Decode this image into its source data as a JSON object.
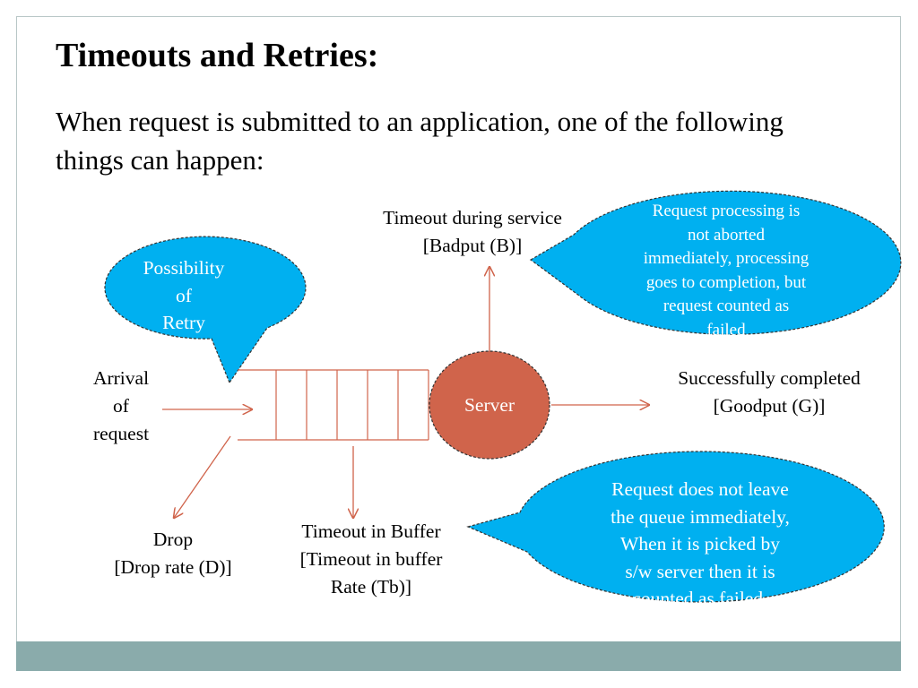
{
  "slide": {
    "title": "Timeouts and Retries:",
    "intro": "When request is submitted to an application, one of the following things can happen:"
  },
  "diagram": {
    "arrival": [
      "Arrival",
      "of",
      "request"
    ],
    "server": "Server",
    "timeout_service": [
      "Timeout during service",
      "[Badput  (B)]"
    ],
    "success": [
      "Successfully completed",
      "[Goodput (G)]"
    ],
    "timeout_buffer": [
      "Timeout in Buffer",
      "[Timeout in buffer",
      "Rate (Tb)]"
    ],
    "drop": [
      "Drop",
      "[Drop rate (D)]"
    ],
    "callouts": {
      "retry": [
        "Possibility",
        "of",
        "Retry"
      ],
      "processing": [
        "Request processing is",
        "not aborted",
        "immediately, processing",
        "goes to completion, but",
        "request counted as",
        "failed"
      ],
      "buffer": [
        "Request does not leave",
        "the queue immediately,",
        "When it is picked by",
        "s/w server then it is",
        "counted as failed."
      ]
    }
  },
  "colors": {
    "callout_fill": "#00b0f0",
    "server_fill": "#d0644b",
    "arrow": "#d0644b",
    "footer": "#8aabab"
  }
}
